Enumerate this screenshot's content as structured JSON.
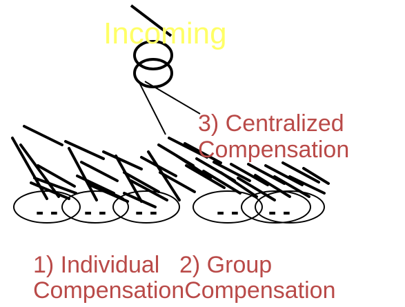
{
  "labels": {
    "incoming": "Incoming",
    "centralized_line1": "3) Centralized",
    "centralized_line2": "Compensation",
    "individual": "1) Individual",
    "group": "2) Group",
    "bottom_caption": "CompensationCompensation"
  },
  "group_marks": [
    "- -",
    "- -",
    "- -",
    "- -",
    "- -"
  ],
  "colors": {
    "incoming_text": "#ffff66",
    "label_text": "#b94a48",
    "stroke": "#000000"
  }
}
